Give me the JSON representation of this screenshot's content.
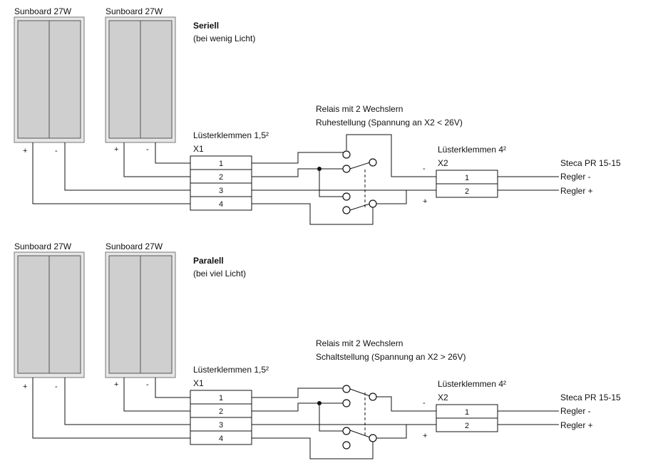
{
  "panel_label": "Sunboard 27W",
  "plus": "+",
  "minus": "-",
  "sections": [
    {
      "title": "Seriell",
      "subtitle": "(bei wenig Licht)",
      "relay_title": "Relais mit 2 Wechslern",
      "relay_state": "Ruhestellung (Spannung an X2 < 26V)"
    },
    {
      "title": "Paralell",
      "subtitle": "(bei viel Licht)",
      "relay_title": "Relais mit 2 Wechslern",
      "relay_state": "Schaltstellung (Spannung an X2 > 26V)"
    }
  ],
  "x1": {
    "title": "Lüsterklemmen 1,5²",
    "id": "X1",
    "terminals": [
      "1",
      "2",
      "3",
      "4"
    ]
  },
  "x2": {
    "title": "Lüsterklemmen 4²",
    "id": "X2",
    "terminals": [
      "1",
      "2"
    ]
  },
  "controller": {
    "name": "Steca PR 15-15",
    "minus_label": "Regler -",
    "plus_label": "Regler +"
  }
}
